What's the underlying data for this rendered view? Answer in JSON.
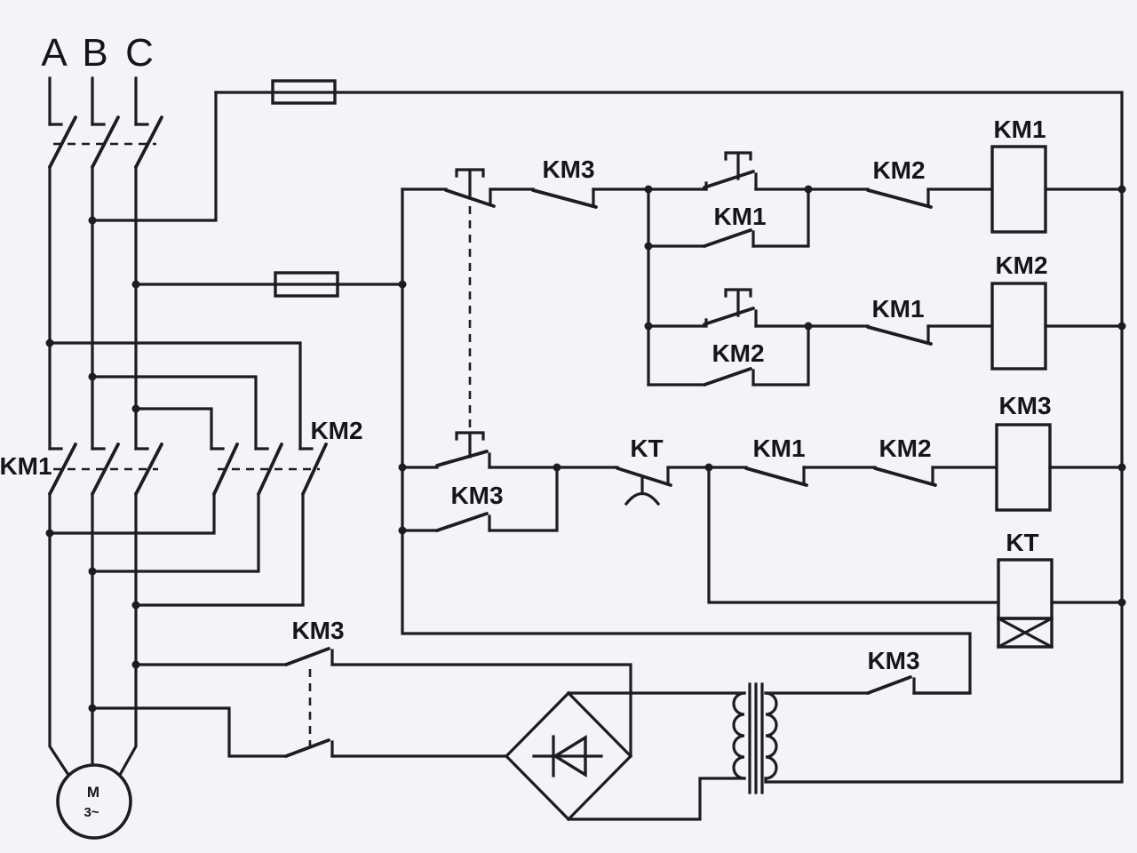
{
  "theme": {
    "background": "#f4f3f7",
    "line": "#1d1c20",
    "label": "#16151a"
  },
  "labels": {
    "phase_a": "A",
    "phase_b": "B",
    "phase_c": "C",
    "km1_main": "KM1",
    "km2_main": "KM2",
    "run_stop_km3": "KM3",
    "run_km2_interlock": "KM2",
    "coil_km1": "KM1",
    "aux_km1": "KM1",
    "rev_km1_interlock": "KM1",
    "coil_km2": "KM2",
    "aux_km2": "KM2",
    "brake_aux_km3": "KM3",
    "kt_contact": "KT",
    "brake_km1_interlock": "KM1",
    "brake_km2_interlock": "KM2",
    "coil_km3": "KM3",
    "coil_kt": "KT",
    "brake_main_km3": "KM3",
    "transformer_km3": "KM3",
    "motor_m": "M",
    "motor_3ph": "3~"
  }
}
